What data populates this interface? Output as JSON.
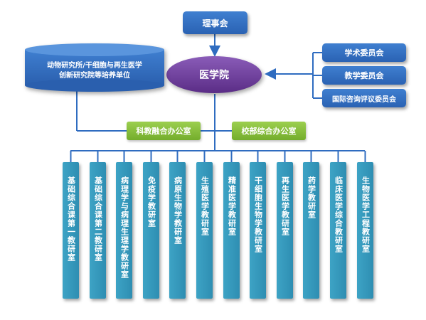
{
  "council": "理事会",
  "school": "医学院",
  "cylinder": {
    "line1": "动物研究所/干细胞与再生医学",
    "line2": "创新研究院等培养单位"
  },
  "committees": [
    "学术委员会",
    "教学委员会",
    "国际咨询评议委员会"
  ],
  "offices": {
    "research": "科教融合办公室",
    "school": "校部综合办公室"
  },
  "departments": [
    "基础综合课第一教研室",
    "基础综合课第二教研室",
    "病理学与病理生理学教研室",
    "免疫学教研室",
    "病原生物学教研室",
    "生殖医学教研室",
    "精准医学教研室",
    "干细胞生物学教研室",
    "再生医学教研室",
    "药学教研室",
    "临床医学综合教研室",
    "生物医学工程教研室"
  ],
  "colors": {
    "blue": "#2f6cc0",
    "purple": "#6a3a94",
    "green": "#82b838",
    "teal": "#3599bd"
  }
}
